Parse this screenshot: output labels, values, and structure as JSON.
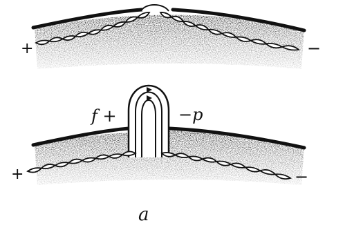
{
  "figure": {
    "top_panel": {
      "left_sign": "+",
      "right_sign": "−"
    },
    "bottom_panel": {
      "left_sign": "+",
      "right_sign": "−",
      "loop_left_label": "f +",
      "loop_right_label": "−p"
    },
    "caption": "a"
  }
}
